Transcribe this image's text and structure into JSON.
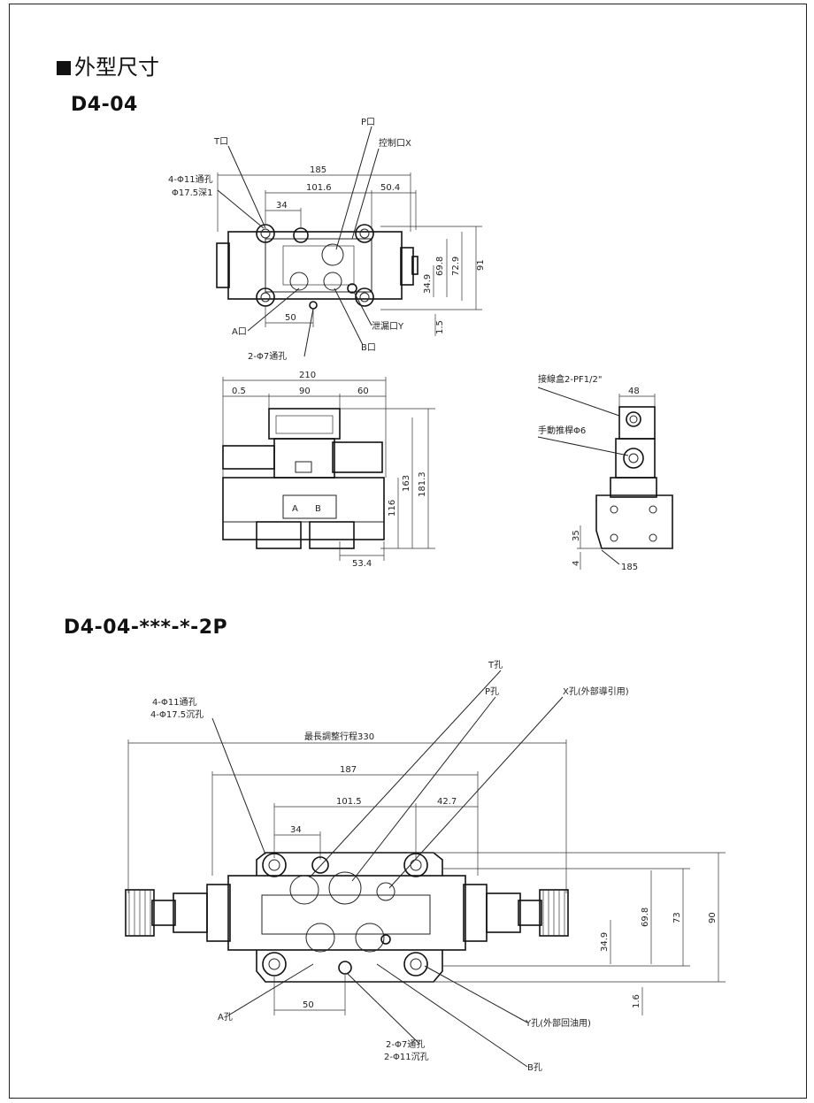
{
  "section_title": "外型尺寸",
  "model1": {
    "name": "D4-04",
    "top_view": {
      "labels": {
        "t_port": "T口",
        "p_port": "P口",
        "x_port": "控制口X",
        "holes1": "4-Φ11通孔",
        "holes2": "Φ17.5深1",
        "a_port": "A口",
        "pins": "2-Φ7通孔",
        "b_port": "B口",
        "y_port": "泄漏口Y"
      },
      "dims": {
        "w185": "185",
        "w101": "101.6",
        "w50": "50.4",
        "w34": "34",
        "w50b": "50",
        "h91": "91",
        "h72": "72.9",
        "h69": "69.8",
        "h34": "34.9",
        "h15": "1.5"
      }
    },
    "front_view": {
      "dims": {
        "w210": "210",
        "w05": "0.5",
        "w90": "90",
        "w60": "60",
        "h116": "116",
        "h163": "163",
        "h181": "181.3",
        "w53": "53.4"
      },
      "ports": {
        "a": "A",
        "b": "B"
      }
    },
    "side_view": {
      "labels": {
        "junction": "接線盒2-PF1/2\"",
        "manual": "手動推桿Φ6"
      },
      "dims": {
        "w48": "48",
        "h35": "35",
        "h4": "4",
        "w185": "185"
      }
    }
  },
  "model2": {
    "name": "D4-04-***-*-2P",
    "labels": {
      "t_hole": "T孔",
      "p_hole": "P孔",
      "x_hole": "X孔(外部導引用)",
      "holes1": "4-Φ11通孔",
      "holes2": "4-Φ17.5沉孔",
      "a_hole": "A孔",
      "y_hole": "Y孔(外部回油用)",
      "pins1": "2-Φ7通孔",
      "pins2": "2-Φ11沉孔",
      "b_hole": "B孔"
    },
    "dims": {
      "stroke": "最長調整行程330",
      "w187": "187",
      "w101": "101.5",
      "w42": "42.7",
      "w34": "34",
      "w50": "50",
      "h90": "90",
      "h73": "73",
      "h69": "69.8",
      "h34": "34.9",
      "h16": "1.6"
    }
  }
}
